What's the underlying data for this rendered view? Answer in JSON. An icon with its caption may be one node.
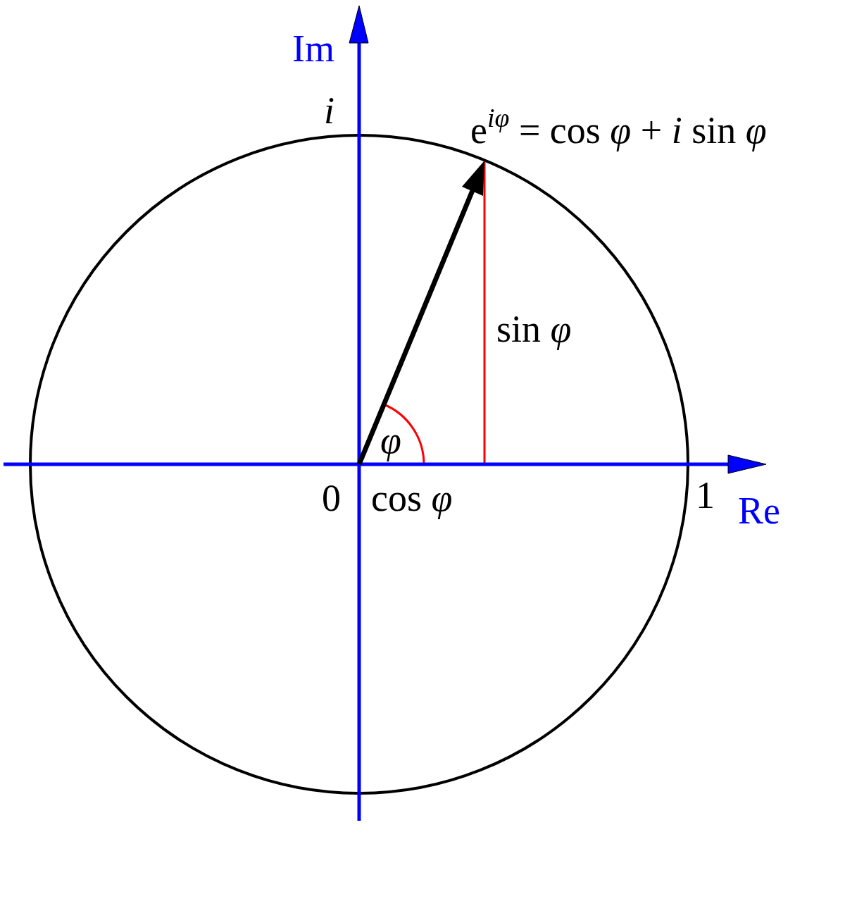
{
  "diagram": {
    "labels": [
      "Im",
      "i",
      "e$^{iφ}$ = cos *φ* + *i* sin *φ*",
      "sin *φ*",
      "φ",
      "0",
      "cos *φ*",
      "1",
      "Re"
    ]
  }
}
